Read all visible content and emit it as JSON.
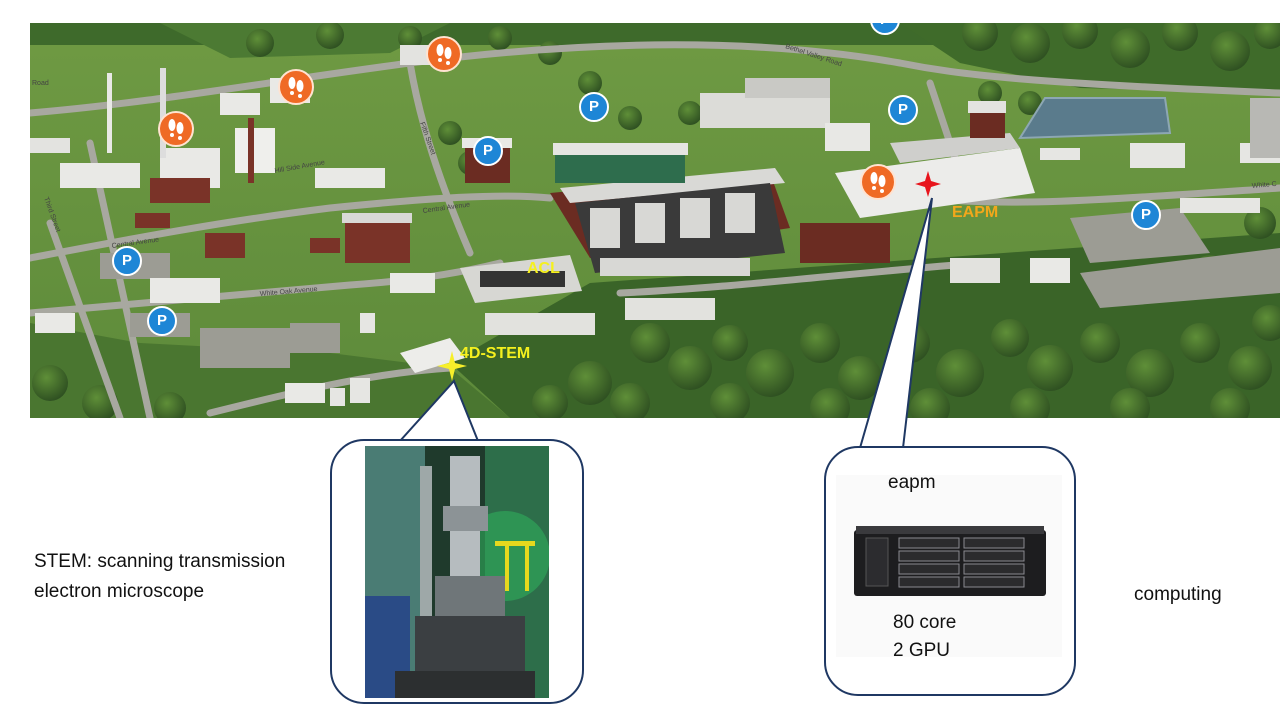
{
  "map": {
    "labels": {
      "stem_site": "4D-STEM",
      "acl_site": "ACL",
      "eapm_site": "EAPM"
    },
    "street_names": {
      "bethel_valley_road": "Bethel Valley Road",
      "central_avenue_1": "Central Avenue",
      "central_avenue_2": "Central Avenue",
      "white_oak_avenue": "White Oak Avenue",
      "hill_side_avenue": "Hill Side Avenue",
      "third_street": "Third Street",
      "fifth_street": "Fifth Street",
      "white_right": "White C",
      "road_left": "Road"
    },
    "parking_symbol": "P",
    "colors": {
      "label_yellow": "#f5f01e",
      "label_orange": "#f2a71b",
      "parking_blue": "#1e86d6",
      "food_orange": "#ef6a25"
    }
  },
  "left_note": {
    "line1": "STEM: scanning transmission",
    "line2": "electron microscope"
  },
  "right_callout": {
    "hostname": "eapm",
    "spec_cores": "80 core",
    "spec_gpu": "2 GPU"
  },
  "right_note": "computing"
}
